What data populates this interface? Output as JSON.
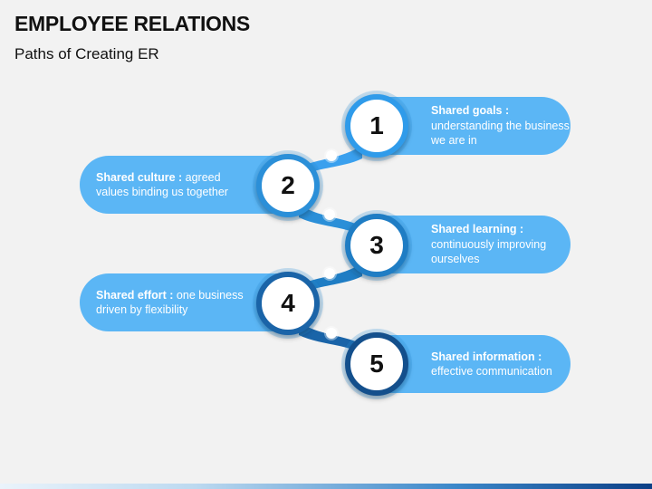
{
  "header": {
    "title": "EMPLOYEE RELATIONS",
    "subtitle": "Paths of Creating ER"
  },
  "colors": {
    "pill": "#5bb6f5",
    "node_rings": [
      "#2f9bea",
      "#2b8fd8",
      "#1f7dc4",
      "#1a64a8",
      "#134f8c"
    ]
  },
  "steps": [
    {
      "number": "1",
      "bold": "Shared goals :",
      "text": "understanding the business we are in",
      "side": "right"
    },
    {
      "number": "2",
      "bold": "Shared culture :",
      "text": "agreed values binding us together",
      "side": "left"
    },
    {
      "number": "3",
      "bold": "Shared learning :",
      "text": "continuously improving ourselves",
      "side": "right"
    },
    {
      "number": "4",
      "bold": "Shared effort :",
      "text": "one business driven by flexibility",
      "side": "left"
    },
    {
      "number": "5",
      "bold": "Shared information :",
      "text": "effective communication",
      "side": "right"
    }
  ]
}
